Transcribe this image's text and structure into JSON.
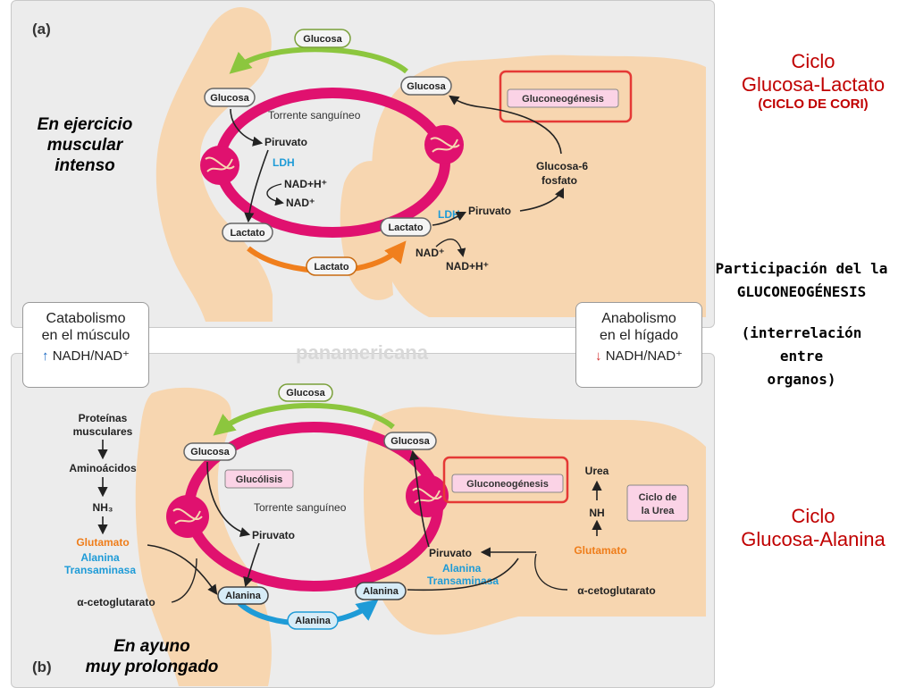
{
  "panel_a": {
    "letter": "(a)",
    "pill_glucosa_top": "Glucosa",
    "pill_glucosa_left": "Glucosa",
    "pill_glucosa_right": "Glucosa",
    "pill_lactato_left": "Lactato",
    "pill_lactato_right": "Lactato",
    "pill_lactato_bottom": "Lactato",
    "torrente": "Torrente sanguíneo",
    "piruvato_muscle": "Piruvato",
    "ldh_muscle": "LDH",
    "nadh_muscle": "NAD+H⁺",
    "nad_muscle": "NAD⁺",
    "gluconeogenesis": "Gluconeogénesis",
    "glucosa6": "Glucosa-6",
    "fosfato": "fosfato",
    "ldh_liver": "LDH",
    "piruvato_liver": "Piruvato",
    "nad_liver": "NAD⁺",
    "nadh_liver": "NAD+H⁺"
  },
  "panel_b": {
    "letter": "(b)",
    "pill_glucosa_top": "Glucosa",
    "pill_glucosa_left": "Glucosa",
    "pill_glucosa_right": "Glucosa",
    "pill_alanina_left": "Alanina",
    "pill_alanina_right": "Alanina",
    "pill_alanina_bottom": "Alanina",
    "proteinas_1": "Proteínas",
    "proteinas_2": "musculares",
    "aminoacidos": "Aminoácidos",
    "nh3": "NH₃",
    "glutamato_muscle": "Glutamato",
    "transaminasa_muscle_1": "Alanina",
    "transaminasa_muscle_2": "Transaminasa",
    "cetoglutarato_muscle": "α-cetoglutarato",
    "glucolisis": "Glucólisis",
    "torrente": "Torrente sanguíneo",
    "piruvato_muscle": "Piruvato",
    "gluconeogenesis": "Gluconeogénesis",
    "piruvato_liver": "Piruvato",
    "transaminasa_liver_1": "Alanina",
    "transaminasa_liver_2": "Transaminasa",
    "urea": "Urea",
    "nh": "NH",
    "glutamato_liver": "Glutamato",
    "cetoglutarato_liver": "α-cetoglutarato",
    "ciclo_urea_1": "Ciclo de",
    "ciclo_urea_2": "la Urea"
  },
  "legend_left": {
    "line1": "Catabolismo",
    "line2": "en el músculo",
    "ratio": "NADH/NAD⁺",
    "arrow": "↑"
  },
  "legend_right": {
    "line1": "Anabolismo",
    "line2": "en el hígado",
    "ratio": "NADH/NAD⁺",
    "arrow": "↓"
  },
  "watermark": "panamericana",
  "side": {
    "ejercicio_1": "En ejercicio",
    "ejercicio_2": "muscular",
    "ejercicio_3": "intenso",
    "ayuno_1": "En ayuno",
    "ayuno_2": "muy prolongado",
    "cori_1": "Ciclo",
    "cori_2": "Glucosa-Lactato",
    "cori_3": "(CICLO DE CORI)",
    "part_1": "Participación del la",
    "part_2": "GLUCONEOGÉNESIS",
    "part_3": "(interrelación",
    "part_4": "entre",
    "part_5": "organos)",
    "alanina_1": "Ciclo",
    "alanina_2": "Glucosa-Alanina"
  },
  "colors": {
    "cycle": "#e0116f",
    "tissue": "#f7d6b0",
    "green_arrow": "#8cc63e",
    "orange_arrow": "#f07f1d",
    "blue_arrow": "#1e9bd7",
    "highlight_red": "#e53935",
    "ldh_blue": "#1e9bd7",
    "glutamato_orange": "#ef7d1a"
  }
}
